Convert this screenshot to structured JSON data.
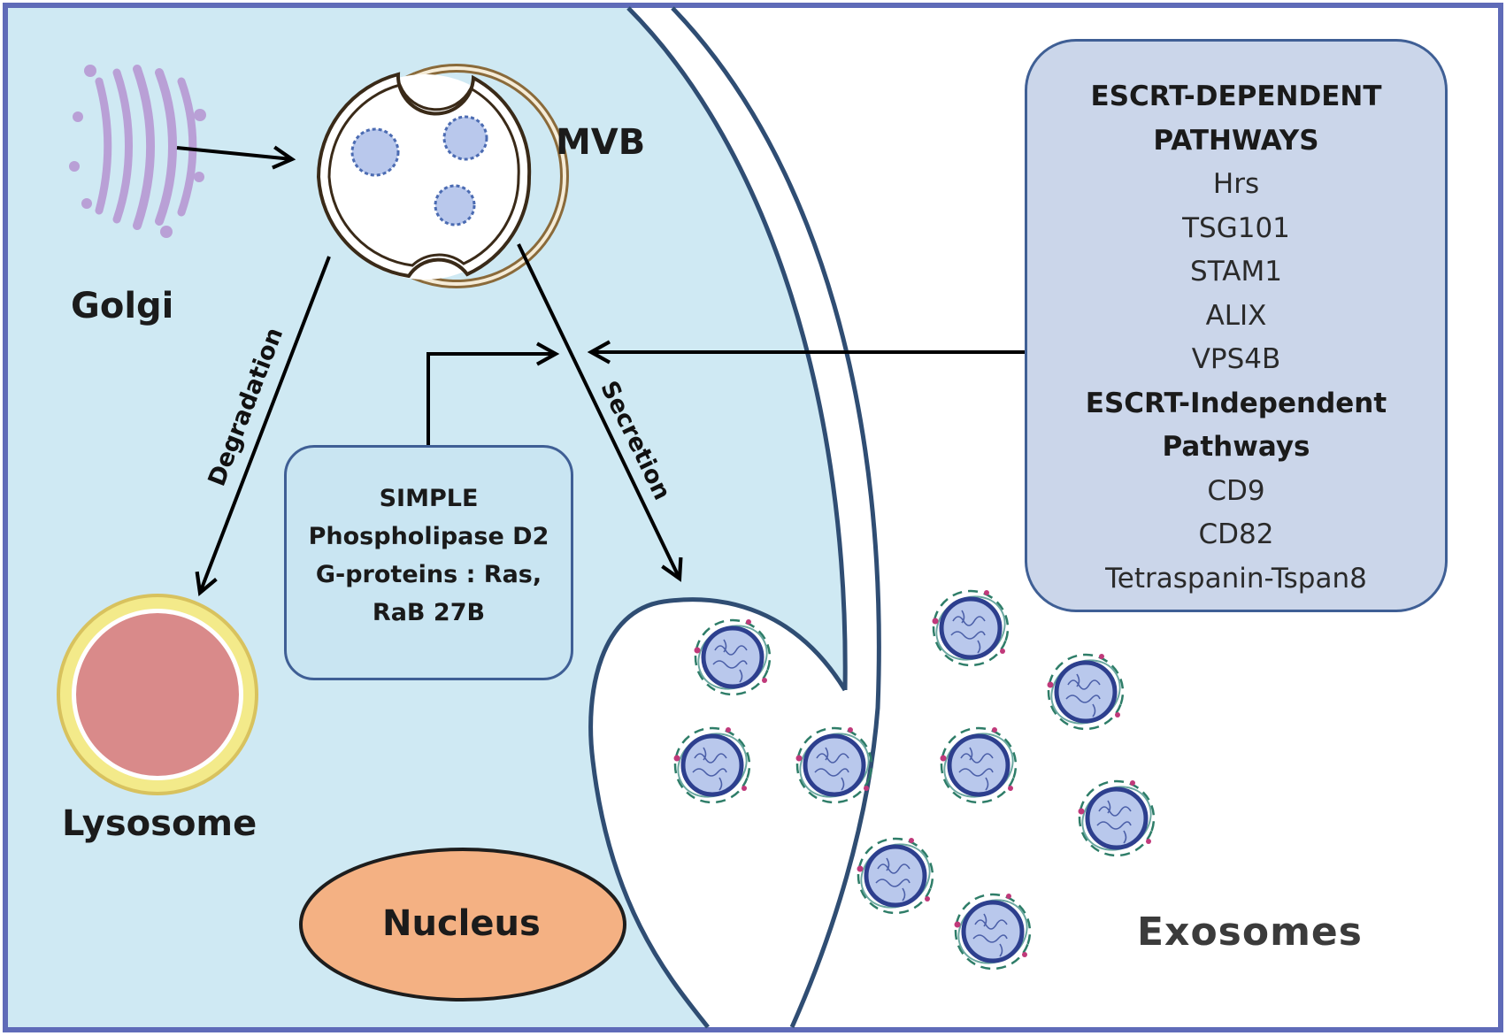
{
  "labels": {
    "golgi": "Golgi",
    "mvb": "MVB",
    "lysosome": "Lysosome",
    "nucleus": "Nucleus",
    "exosomes": "Exosomes",
    "degradation": "Degradation",
    "secretion": "Secretion"
  },
  "escrt_box": {
    "dependent_heading_line1": "ESCRT-DEPENDENT",
    "dependent_heading_line2": "PATHWAYS",
    "dependent_items": [
      "Hrs",
      "TSG101",
      "STAM1",
      "ALIX",
      "VPS4B"
    ],
    "independent_heading_line1": "ESCRT-Independent",
    "independent_heading_line2": "Pathways",
    "independent_items": [
      "CD9",
      "CD82",
      "Tetraspanin-Tspan8"
    ]
  },
  "simple_box": {
    "lines": [
      "SIMPLE",
      "Phospholipase D2",
      "G-proteins : Ras,",
      "RaB 27B"
    ]
  },
  "colors": {
    "cytoplasm": "#cfe9f3",
    "frame_border": "#5f6bb8",
    "golgi": "#b9a0d6",
    "lysosome_fill": "#d98a8a",
    "lysosome_ring": "#f3ea8a",
    "nucleus_fill": "#f4b183",
    "box_border": "#3f5f95",
    "escrt_box_fill": "#cbd6ea",
    "simple_box_fill": "#c9e5f2",
    "exosome_fill": "#b9c8ec",
    "exosome_outline": "#2d3f8e"
  }
}
